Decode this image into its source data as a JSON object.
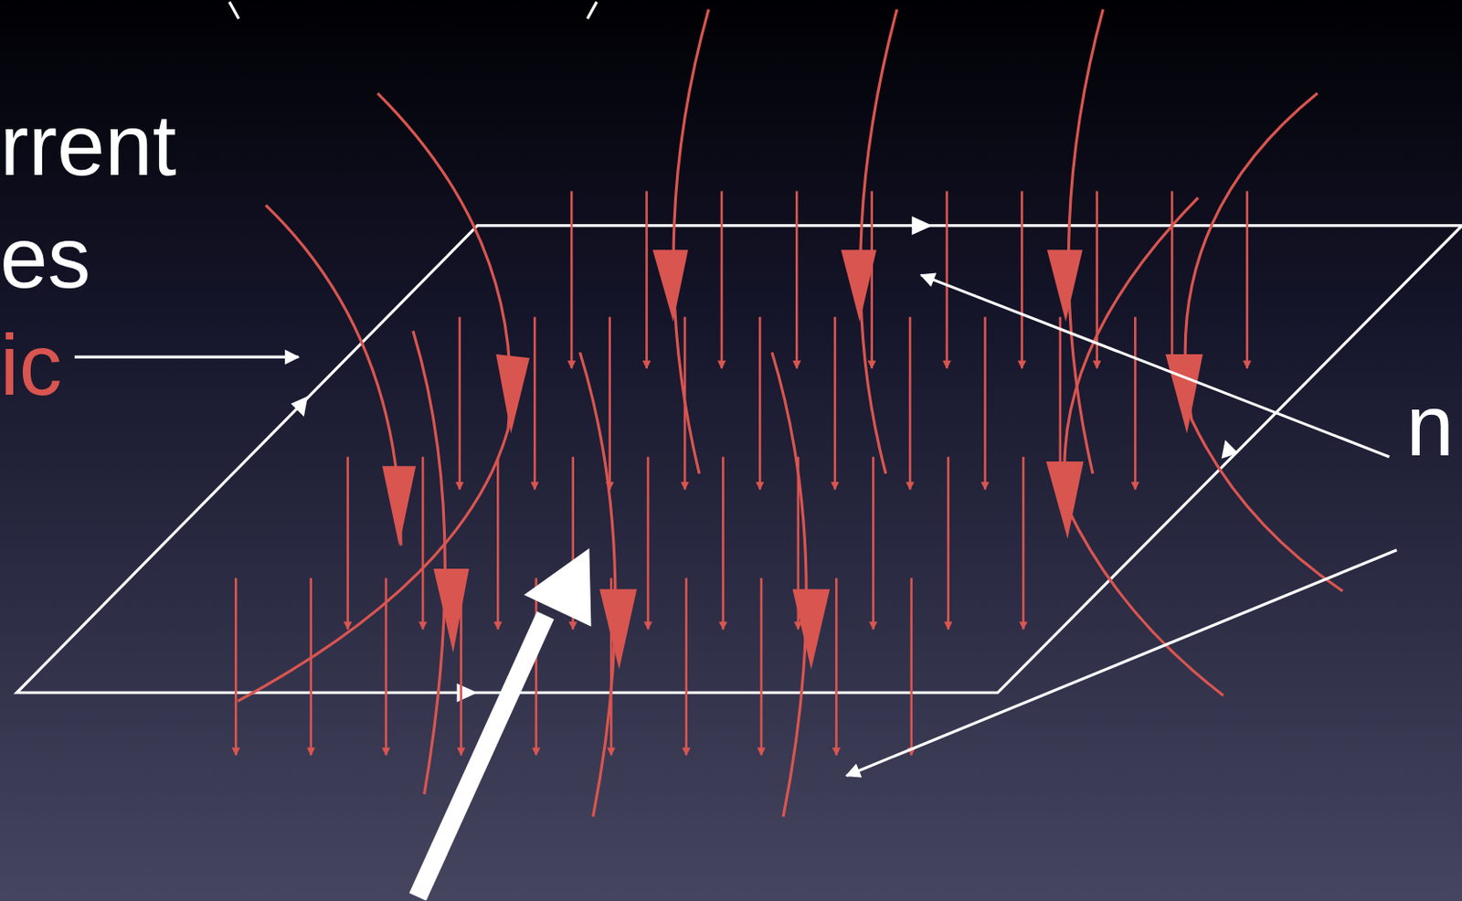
{
  "diagram": {
    "labels": [
      "rrent",
      "es",
      "ic",
      "n"
    ]
  }
}
